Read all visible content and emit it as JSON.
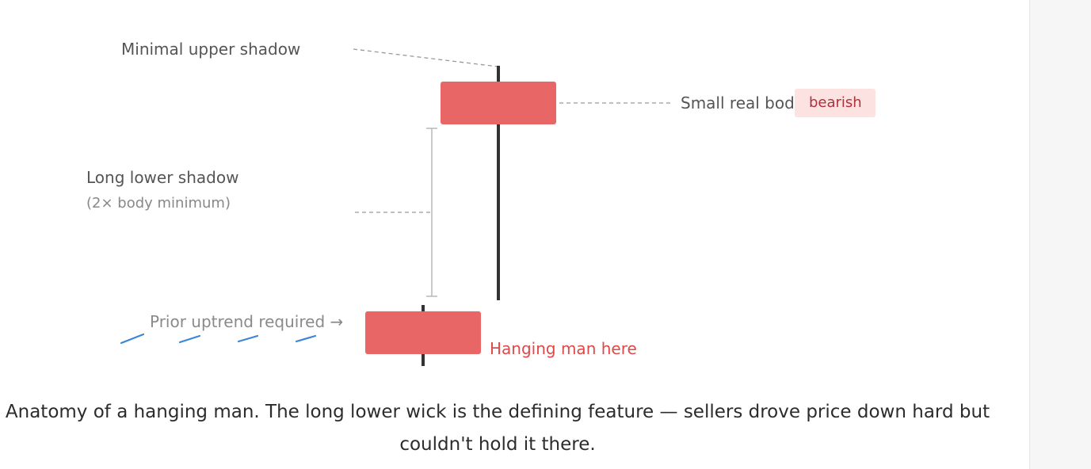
{
  "diagram": {
    "labels": {
      "upper_shadow": "Minimal upper shadow",
      "real_body": "Small real body",
      "bearish_badge": "bearish",
      "lower_shadow": "Long lower shadow",
      "lower_shadow_note": "(2× body minimum)",
      "prior_uptrend": "Prior uptrend required →",
      "hanging_man": "Hanging man here"
    },
    "colors": {
      "bearish_body": "#e86666",
      "wick": "#333333",
      "trend_line": "#3b86d8",
      "leader_line": "#999999",
      "highlight_text": "#e04848",
      "badge_background": "#fde2e2"
    }
  },
  "caption": "Anatomy of a hanging man. The long lower wick is the defining feature — sellers drove price down hard but couldn't hold it there."
}
